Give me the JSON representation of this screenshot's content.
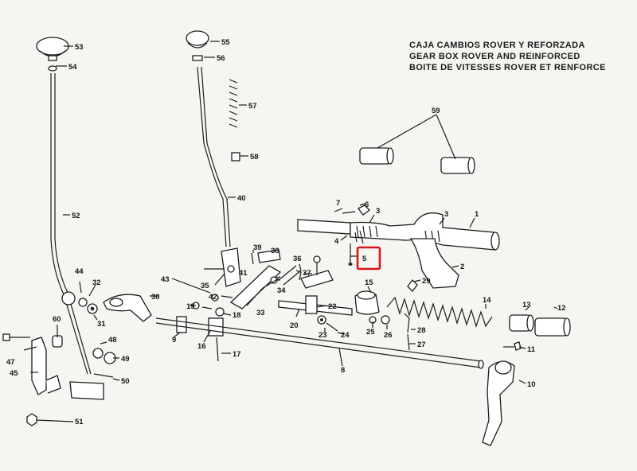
{
  "title": {
    "line1": "CAJA CAMBIOS ROVER Y REFORZADA",
    "line2": "GEAR BOX ROVER AND REINFORCED",
    "line3": "BOITE DE VITESSES ROVER ET RENFORCE"
  },
  "highlight_color": "#d4161c",
  "labels": {
    "l53": "53",
    "l54": "54",
    "l52": "52",
    "l44": "44",
    "l32": "32",
    "l31": "31",
    "l60": "60",
    "l47": "47",
    "l45": "45",
    "l48": "48",
    "l49": "49",
    "l50": "50",
    "l51": "51",
    "l55": "55",
    "l56": "56",
    "l57": "57",
    "l58": "58",
    "l40": "40",
    "l43": "43",
    "l35": "35",
    "l41": "41",
    "l42": "42",
    "l39": "39",
    "l38": "38",
    "l36": "36",
    "l37": "37",
    "l34": "34",
    "l33": "33",
    "l30": "30",
    "l19": "19",
    "l18": "18",
    "l9": "9",
    "l16": "16",
    "l17": "17",
    "l8": "8",
    "l20": "20",
    "l22": "22",
    "l23": "23",
    "l24": "24",
    "l15": "15",
    "l25": "25",
    "l26": "26",
    "l28": "28",
    "l27": "27",
    "l29": "29",
    "l14": "14",
    "l13": "13",
    "l12": "12",
    "l11": "11",
    "l10": "10",
    "l59": "59",
    "l7": "7",
    "l6": "6",
    "l3a": "3",
    "l3b": "3",
    "l1": "1",
    "l4": "4",
    "l2": "2",
    "l5": "5"
  }
}
